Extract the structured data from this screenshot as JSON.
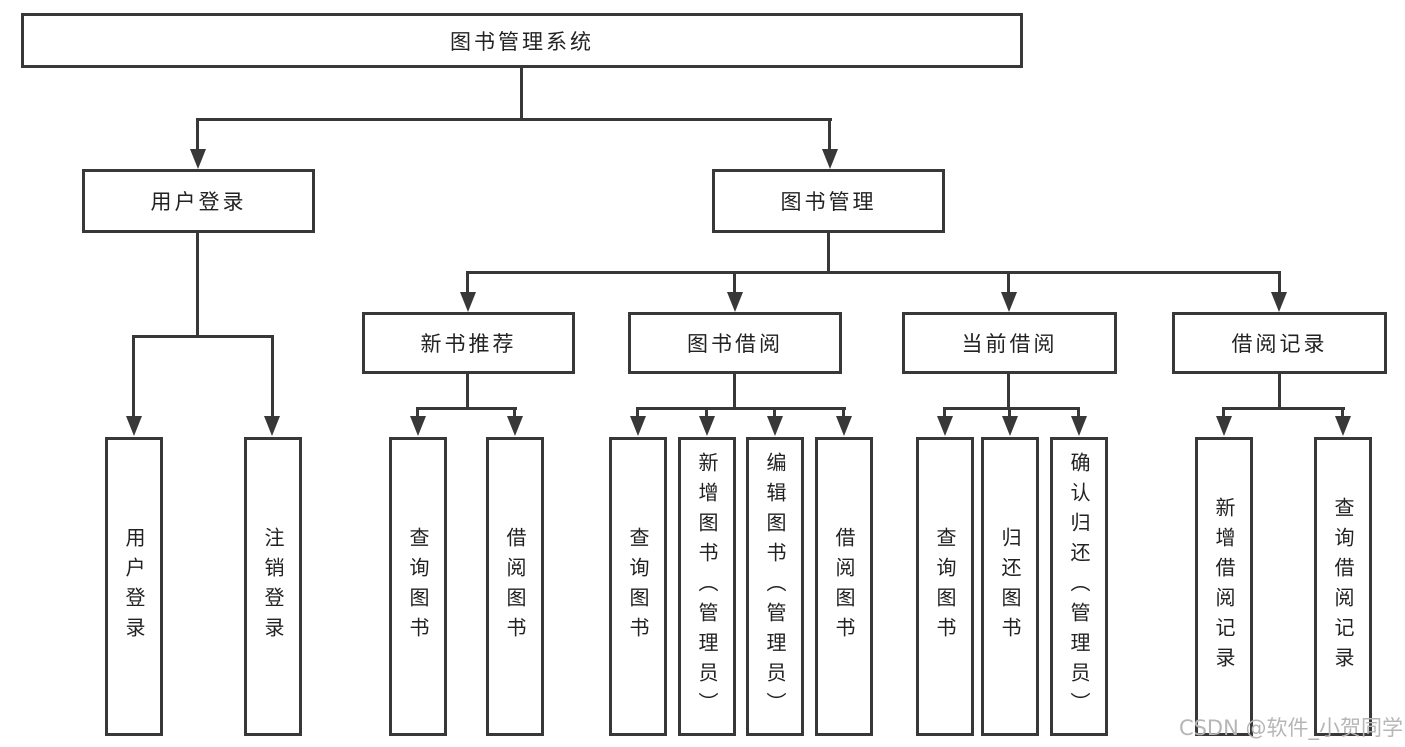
{
  "colors": {
    "line": "#383838",
    "text": "#222222",
    "watermark_text": "#b6b6b6",
    "background": "#ffffff"
  },
  "nodes": {
    "root": {
      "label": "图书管理系统"
    },
    "level2": [
      {
        "label": "用户登录",
        "parent": "图书管理系统"
      },
      {
        "label": "图书管理",
        "parent": "图书管理系统"
      }
    ],
    "level3": [
      {
        "label": "新书推荐",
        "parent": "图书管理"
      },
      {
        "label": "图书借阅",
        "parent": "图书管理"
      },
      {
        "label": "当前借阅",
        "parent": "图书管理"
      },
      {
        "label": "借阅记录",
        "parent": "图书管理"
      }
    ],
    "leaves": [
      {
        "label": "用户登录",
        "parent": "用户登录"
      },
      {
        "label": "注销登录",
        "parent": "用户登录"
      },
      {
        "label": "查询图书",
        "parent": "新书推荐"
      },
      {
        "label": "借阅图书",
        "parent": "新书推荐"
      },
      {
        "label": "查询图书",
        "parent": "图书借阅"
      },
      {
        "label": "新增图书（管理员）",
        "parent": "图书借阅"
      },
      {
        "label": "编辑图书（管理员）",
        "parent": "图书借阅"
      },
      {
        "label": "借阅图书",
        "parent": "图书借阅"
      },
      {
        "label": "查询图书",
        "parent": "当前借阅"
      },
      {
        "label": "归还图书",
        "parent": "当前借阅"
      },
      {
        "label": "确认归还（管理员）",
        "parent": "当前借阅"
      },
      {
        "label": "新增借阅记录",
        "parent": "借阅记录"
      },
      {
        "label": "查询借阅记录",
        "parent": "借阅记录"
      }
    ]
  },
  "watermark": {
    "text": "CSDN @软件_小贺同学"
  }
}
